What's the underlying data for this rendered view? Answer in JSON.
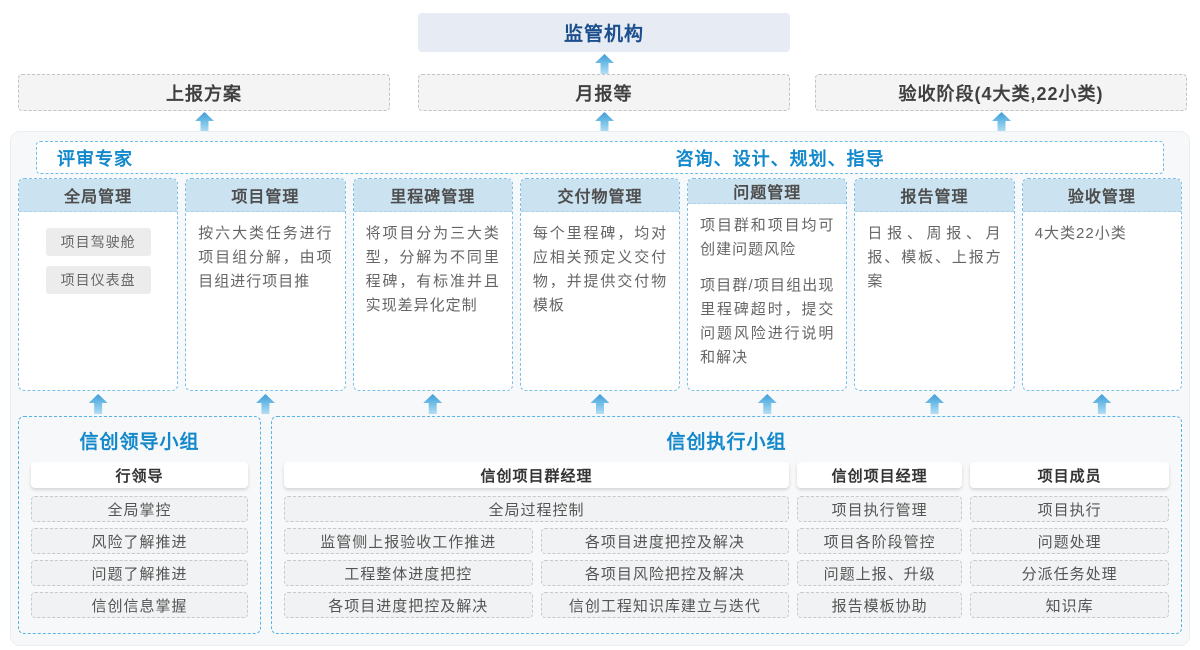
{
  "palette": {
    "accent_blue": "#1389cc",
    "dark_blue": "#1b4e8c",
    "regulator_fill": "#e7ecf4",
    "column_header_fill": "#cbe2f0",
    "arrow_blue": "#3f9dd7",
    "dashed_blue_border": "#58b3e6"
  },
  "top": {
    "regulator": "监管机构"
  },
  "report_boxes": [
    {
      "label": "上报方案"
    },
    {
      "label": "月报等"
    },
    {
      "label": "验收阶段(4大类,22小类)"
    }
  ],
  "platform": {
    "experts_label": "评审专家",
    "consult_label": "咨询、设计、规划、指导",
    "columns": [
      {
        "title": "全局管理",
        "buttons": [
          "项目驾驶舱",
          "项目仪表盘"
        ]
      },
      {
        "title": "项目管理",
        "paragraphs": [
          "按六大类任务进行项目组分解，由项目组进行项目推"
        ]
      },
      {
        "title": "里程碑管理",
        "paragraphs": [
          "将项目分为三大类型，分解为不同里程碑，有标准并且实现差异化定制"
        ]
      },
      {
        "title": "交付物管理",
        "paragraphs": [
          "每个里程碑，均对应相关预定义交付物，并提供交付物模板"
        ]
      },
      {
        "title": "问题管理",
        "paragraphs": [
          "项目群和项目均可创建问题风险",
          "项目群/项目组出现里程碑超时，提交问题风险进行说明和解决"
        ]
      },
      {
        "title": "报告管理",
        "paragraphs": [
          "日报、周报、月报、模板、上报方案"
        ]
      },
      {
        "title": "验收管理",
        "paragraphs": [
          "4大类22小类"
        ]
      }
    ]
  },
  "groups": {
    "leader": {
      "title": "信创领导小组",
      "role": "行领导",
      "items": [
        "全局掌控",
        "风险了解推进",
        "问题了解推进",
        "信创信息掌握"
      ]
    },
    "exec": {
      "title": "信创执行小组",
      "pm_group": {
        "role": "信创项目群经理",
        "full_item": "全局过程控制",
        "left_items": [
          "监管侧上报验收工作推进",
          "工程整体进度把控",
          "各项目进度把控及解决"
        ],
        "right_items": [
          "各项目进度把控及解决",
          "各项目风险把控及解决",
          "信创工程知识库建立与迭代"
        ]
      },
      "pm": {
        "role": "信创项目经理",
        "items": [
          "项目执行管理",
          "项目各阶段管控",
          "问题上报、升级",
          "报告模板协助"
        ]
      },
      "member": {
        "role": "项目成员",
        "items": [
          "项目执行",
          "问题处理",
          "分派任务处理",
          "知识库"
        ]
      }
    }
  }
}
